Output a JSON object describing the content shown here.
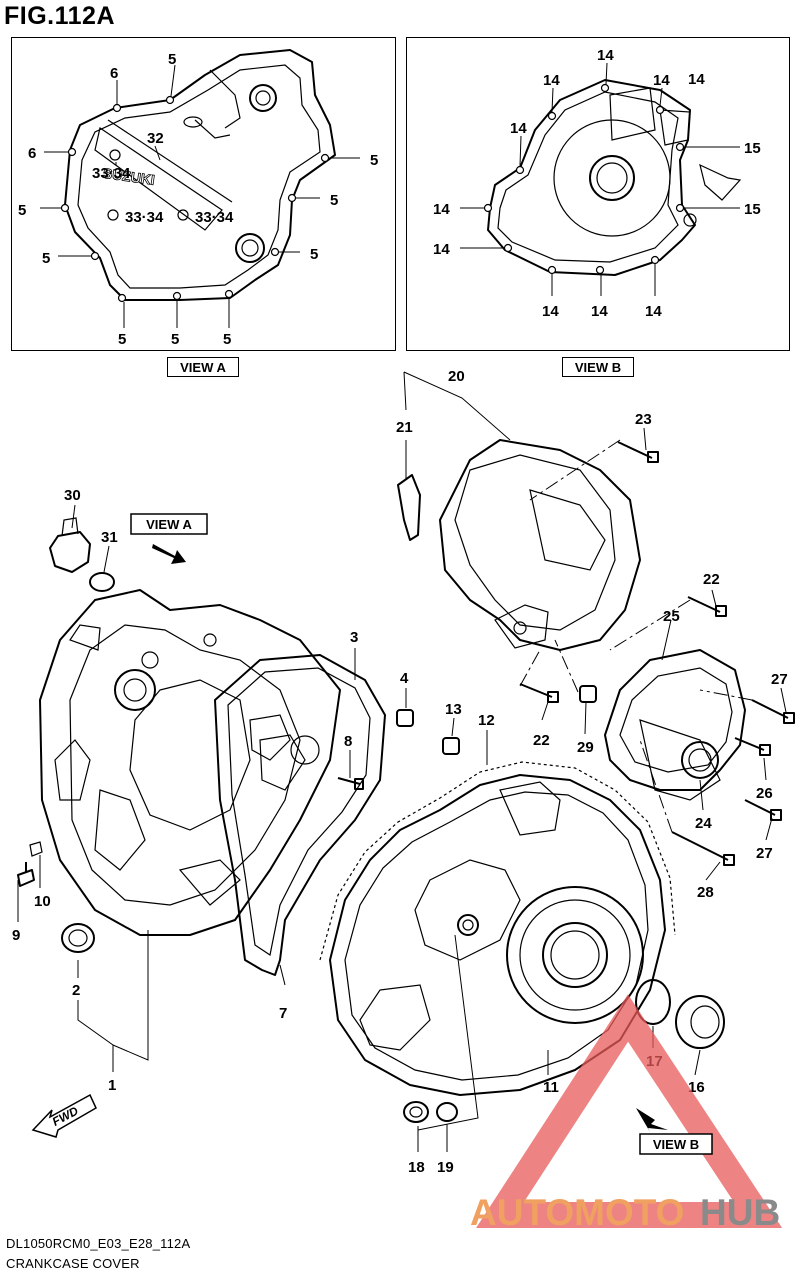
{
  "figure": {
    "title": "FIG.112A",
    "footer_code": "DL1050RCM0_E03_E28_112A",
    "footer_name": "CRANKCASE COVER"
  },
  "views": {
    "view_a_label": "VIEW A",
    "view_b_label": "VIEW B",
    "main_view_a_label": "VIEW A",
    "main_view_b_label": "VIEW B",
    "fwd_label": "FWD",
    "brand_text": "SUZUKI"
  },
  "view_a_callouts": [
    "6",
    "6",
    "5",
    "5",
    "5",
    "5",
    "5",
    "5",
    "5",
    "5",
    "5",
    "32",
    "33·34",
    "33·34",
    "33·34"
  ],
  "view_b_callouts": [
    "14",
    "14",
    "14",
    "14",
    "14",
    "14",
    "14",
    "14",
    "14",
    "14",
    "15",
    "15"
  ],
  "main_callouts": [
    "1",
    "2",
    "3",
    "4",
    "7",
    "8",
    "9",
    "10",
    "11",
    "12",
    "13",
    "16",
    "17",
    "18",
    "19",
    "20",
    "21",
    "22",
    "22",
    "23",
    "24",
    "25",
    "26",
    "27",
    "27",
    "28",
    "29",
    "30",
    "31"
  ],
  "watermark": {
    "text_a": "AUTOMOTO",
    "text_b": "HUB",
    "color_primary": "#f0a060",
    "color_secondary": "#8a8a8a",
    "triangle_color": "#e85a5a"
  }
}
